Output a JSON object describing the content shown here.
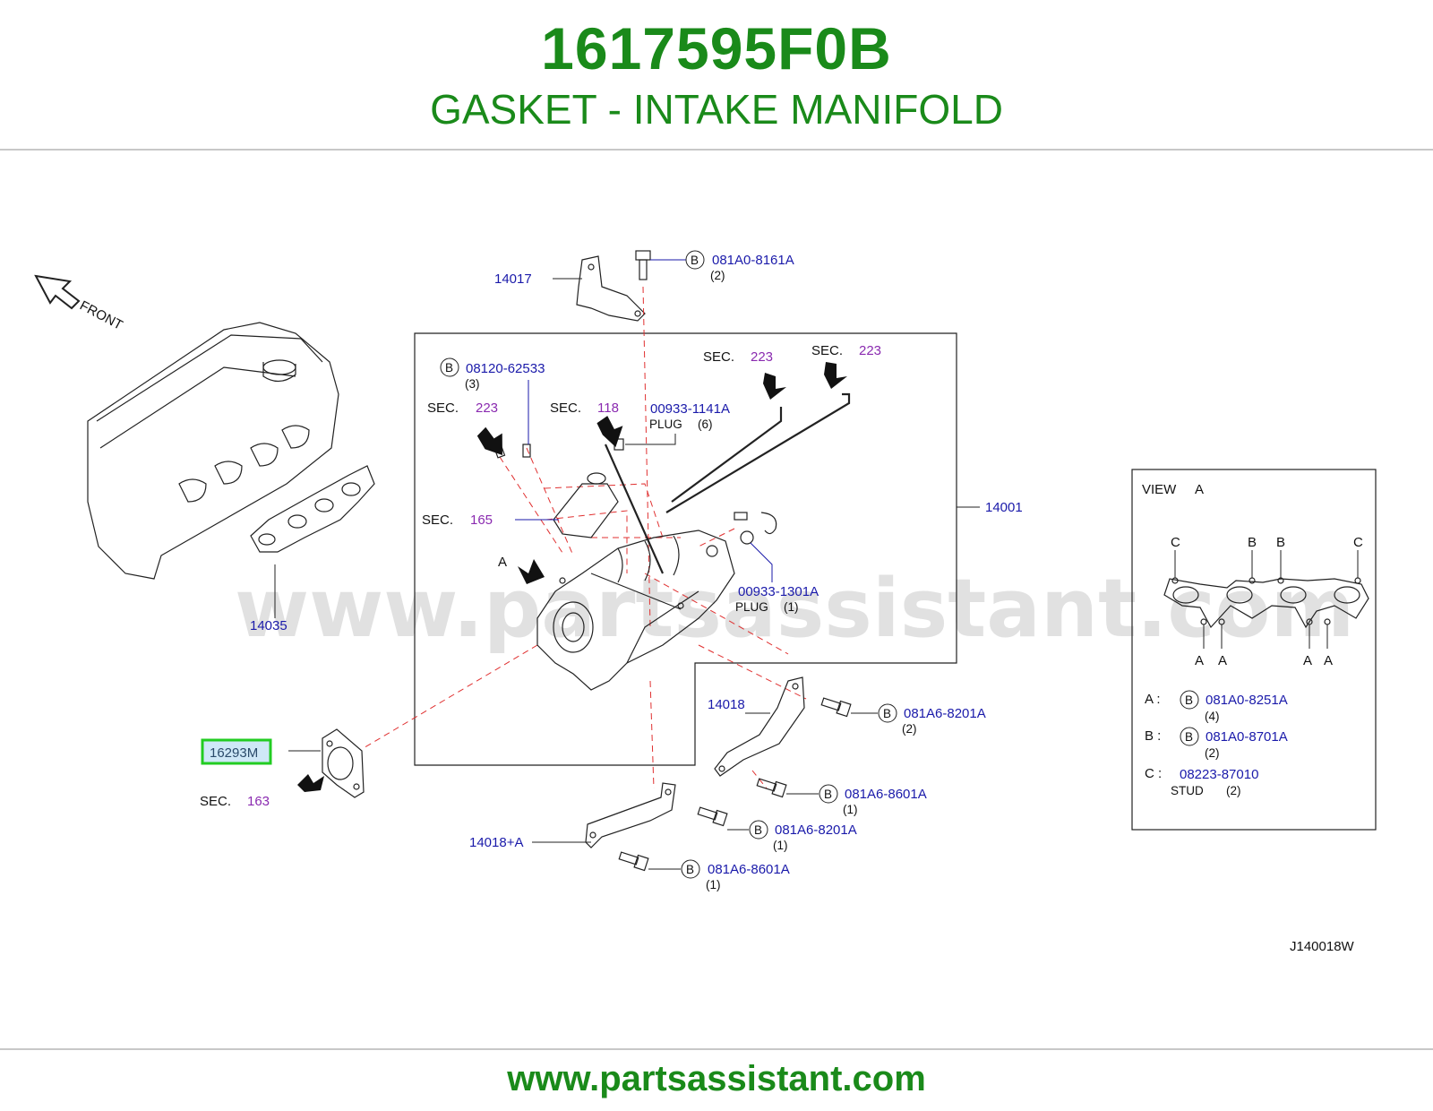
{
  "header": {
    "part_number": "1617595F0B",
    "part_name": "GASKET - INTAKE MANIFOLD"
  },
  "footer": {
    "url": "www.partsassistant.com"
  },
  "watermark": "www.partsassistant.com",
  "colors": {
    "brand_green": "#1a8a1a",
    "callout_blue": "#1a1aaa",
    "section_purple": "#8a2ab0",
    "highlight_green": "#22cc22",
    "highlight_fill": "#cfe8f7",
    "leader_red": "#e03030"
  },
  "diagram": {
    "front_label": "FRONT",
    "drawing_code": "J140018W",
    "highlighted_part": "16293M",
    "sec_prefix": "SEC.",
    "b_mark": "B",
    "callouts": {
      "p14017": "14017",
      "p14001": "14001",
      "p14035": "14035",
      "p14018": "14018",
      "p14018a": "14018+A",
      "bolt_top": "081A0-8161A",
      "bolt_top_qty": "(2)",
      "bolt_08120": "08120-62533",
      "bolt_08120_qty": "(3)",
      "plug_1141": "00933-1141A",
      "plug_1141_label": "PLUG",
      "plug_1141_qty": "(6)",
      "plug_1301": "00933-1301A",
      "plug_1301_label": "PLUG",
      "plug_1301_qty": "(1)",
      "bolt_8201_a": "081A6-8201A",
      "bolt_8201_a_qty": "(2)",
      "bolt_8601_a": "081A6-8601A",
      "bolt_8601_a_qty": "(1)",
      "bolt_8201_b": "081A6-8201A",
      "bolt_8201_b_qty": "(1)",
      "bolt_8601_b": "081A6-8601A",
      "bolt_8601_b_qty": "(1)",
      "view_marker": "A"
    },
    "sections": {
      "s223_left": "223",
      "s118": "118",
      "s223_mid": "223",
      "s223_right": "223",
      "s165": "165",
      "s163": "163"
    },
    "view_box": {
      "title": "VIEW",
      "title_letter": "A",
      "top_labels": [
        "C",
        "B",
        "B",
        "C"
      ],
      "bottom_labels": [
        "A",
        "A",
        "A",
        "A"
      ],
      "legend": [
        {
          "key": "A :",
          "code": "081A0-8251A",
          "qty": "(4)",
          "note": ""
        },
        {
          "key": "B :",
          "code": "081A0-8701A",
          "qty": "(2)",
          "note": ""
        },
        {
          "key": "C :",
          "code": "08223-87010",
          "qty": "(2)",
          "note": "STUD"
        }
      ]
    }
  }
}
